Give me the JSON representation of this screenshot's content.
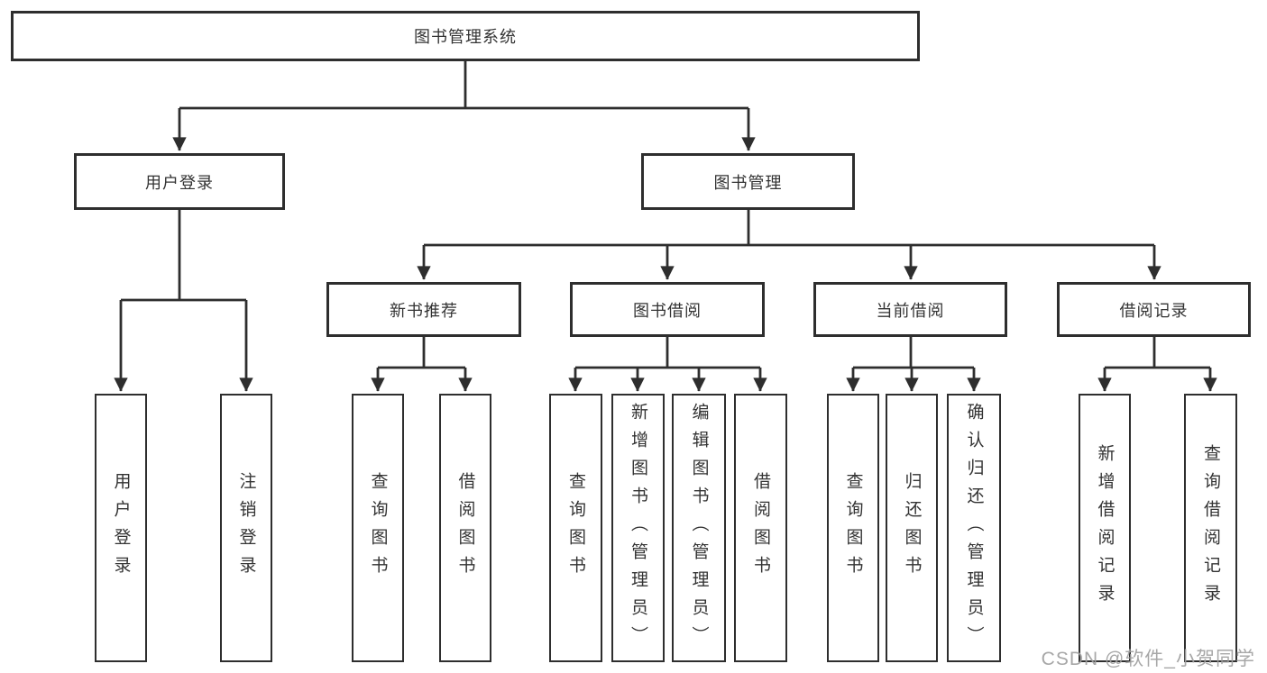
{
  "colors": {
    "line": "#2e2e2e",
    "box_border": "#2e2e2e",
    "box_fill": "#ffffff",
    "text": "#333333",
    "watermark": "#a0a0a0"
  },
  "watermark": {
    "text": "CSDN @软件_小贺同学"
  },
  "tree": {
    "root": {
      "label": "图书管理系统"
    },
    "level2": [
      {
        "id": "user-login",
        "label": "用户登录"
      },
      {
        "id": "book-management",
        "label": "图书管理"
      }
    ],
    "level3": [
      {
        "id": "new-book-recommend",
        "label": "新书推荐",
        "parent": "book-management"
      },
      {
        "id": "book-borrowing",
        "label": "图书借阅",
        "parent": "book-management"
      },
      {
        "id": "current-borrowing",
        "label": "当前借阅",
        "parent": "book-management"
      },
      {
        "id": "borrowing-records",
        "label": "借阅记录",
        "parent": "book-management"
      }
    ],
    "leaves": [
      {
        "parent": "user-login",
        "label": "用户登录"
      },
      {
        "parent": "user-login",
        "label": "注销登录"
      },
      {
        "parent": "new-book-recommend",
        "label": "查询图书"
      },
      {
        "parent": "new-book-recommend",
        "label": "借阅图书"
      },
      {
        "parent": "book-borrowing",
        "label": "查询图书"
      },
      {
        "parent": "book-borrowing",
        "label": "新增图书（管理员）"
      },
      {
        "parent": "book-borrowing",
        "label": "编辑图书（管理员）"
      },
      {
        "parent": "book-borrowing",
        "label": "借阅图书"
      },
      {
        "parent": "current-borrowing",
        "label": "查询图书"
      },
      {
        "parent": "current-borrowing",
        "label": "归还图书"
      },
      {
        "parent": "current-borrowing",
        "label": "确认归还（管理员）"
      },
      {
        "parent": "borrowing-records",
        "label": "新增借阅记录"
      },
      {
        "parent": "borrowing-records",
        "label": "查询借阅记录"
      }
    ]
  }
}
